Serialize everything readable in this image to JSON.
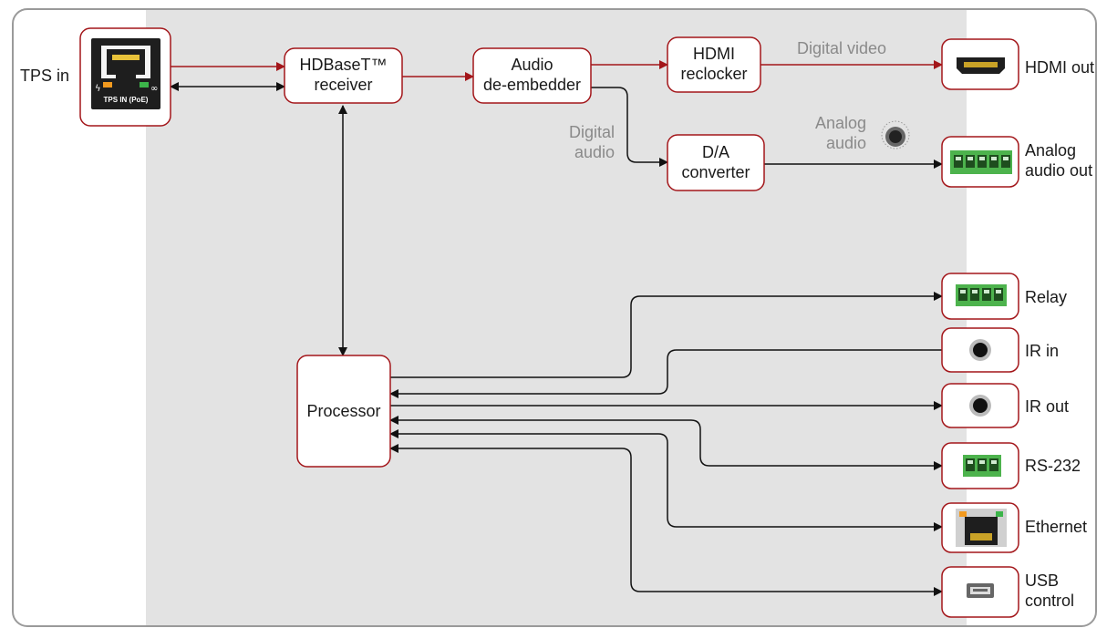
{
  "colors": {
    "panel": "#e3e3e3",
    "frame": "#9a9a9a",
    "box_border": "#a3161a",
    "video_line": "#a3161a",
    "control_line": "#111111",
    "terminal_green": "#4db34d",
    "led_orange": "#f29a1f",
    "led_green": "#3cb54a"
  },
  "inputs": {
    "tps_in": {
      "label": "TPS in",
      "icon": "rj45-port-icon",
      "port_text": "TPS IN (PoE)"
    }
  },
  "blocks": {
    "hdbaset": "HDBaseT™\nreceiver",
    "audio_deembedder": "Audio\nde-embedder",
    "hdmi_reclocker": "HDMI\nreclocker",
    "da_converter": "D/A\nconverter",
    "processor": "Processor"
  },
  "signals": {
    "digital_video": "Digital video",
    "digital_audio": "Digital\naudio",
    "analog_audio": "Analog\naudio",
    "volume_icon": "volume-knob-icon"
  },
  "outputs": [
    {
      "name": "hdmi-out",
      "label": "HDMI out",
      "icon": "hdmi-port-icon"
    },
    {
      "name": "analog-audio-out",
      "label": "Analog\naudio out",
      "icon": "5-pole-terminal-icon"
    },
    {
      "name": "relay",
      "label": "Relay",
      "icon": "4-pole-terminal-icon"
    },
    {
      "name": "ir-in",
      "label": "IR in",
      "icon": "jack-port-icon"
    },
    {
      "name": "ir-out",
      "label": "IR out",
      "icon": "jack-port-icon"
    },
    {
      "name": "rs232",
      "label": "RS-232",
      "icon": "3-pole-terminal-icon"
    },
    {
      "name": "ethernet",
      "label": "Ethernet",
      "icon": "rj45-port-icon"
    },
    {
      "name": "usb-control",
      "label": "USB\ncontrol",
      "icon": "mini-usb-port-icon"
    }
  ]
}
